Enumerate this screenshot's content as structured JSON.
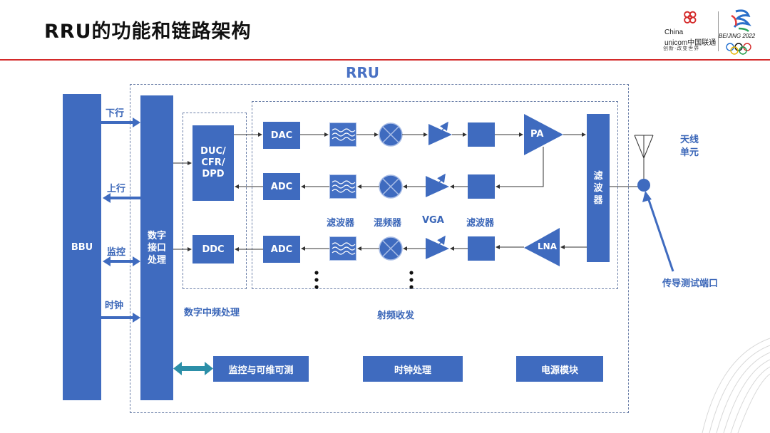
{
  "header": {
    "title": "RRU的功能和链路架构"
  },
  "logo": {
    "line1": "China",
    "line2": "unicom中国联通",
    "slogan": "创新·改变世界",
    "bj": "BEIJING 2022"
  },
  "rru_label": "RRU",
  "blocks": {
    "bbu": "BBU",
    "digital_interface": "数字\n接口\n处理",
    "duc_cfr_dpd": "DUC/\nCFR/\nDPD",
    "ddc": "DDC",
    "dac": "DAC",
    "adc1": "ADC",
    "adc2": "ADC",
    "pa": "PA",
    "lna": "LNA",
    "duplex_filter": "滤\n波\n器",
    "monitor": "监控与可维可测",
    "clock": "时钟处理",
    "power": "电源模块"
  },
  "links": {
    "downlink": "下行",
    "uplink": "上行",
    "monitor": "监控",
    "clock": "时钟"
  },
  "component_labels": {
    "filter": "滤波器",
    "mixer": "混频器",
    "vga": "VGA",
    "filter2": "滤波器"
  },
  "section_labels": {
    "dif": "数字中频处理",
    "rf": "射频收发"
  },
  "antenna": {
    "label": "天线\n单元",
    "port": "传导测试端口"
  },
  "colors": {
    "block": "#3f6bbf",
    "title_text": "#111111",
    "accent_red": "#d42a2a",
    "label_blue": "#3a66b8"
  }
}
